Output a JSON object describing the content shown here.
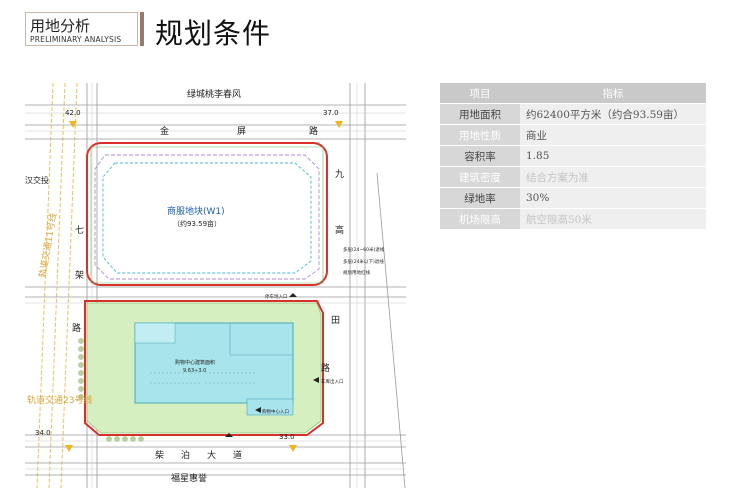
{
  "header": {
    "section_title": "用地分析",
    "section_subtitle": "PRELIMINARY ANALYSIS",
    "page_title": "规划条件"
  },
  "plan": {
    "north_road": "绿城桃李春风",
    "road_jinping": [
      "金",
      "屏",
      "路"
    ],
    "road_qigai": [
      "七",
      "架",
      "路"
    ],
    "road_jiugao": [
      "九",
      "高",
      "田",
      "路"
    ],
    "road_zibo": [
      "柴",
      "泊",
      "大",
      "道"
    ],
    "south_label": "福星惠誉",
    "rail_label_1": "轨道交通11号线",
    "rail_label_2": "轨道交通23号线",
    "left_edge_label": "汉交投",
    "plot_name": "商服地块(W1)",
    "plot_area": "（约93.59亩）",
    "mall_label": "购物中心建筑面积",
    "mall_value": "9.63÷3.0",
    "elev_nw": "42.0",
    "elev_ne": "37.0",
    "elev_sw": "34.0",
    "elev_se": "33.0",
    "legend_1": "多层(24~60米)退线",
    "legend_2": "多层(24米以下)退线",
    "legend_3": "规划用地红线",
    "entrance_1": "购物中心入口",
    "entrance_2": "停车场入口",
    "entrance_3": "车库出入口"
  },
  "table": {
    "col_item": "项目",
    "col_index": "指标",
    "rows": [
      {
        "key": "用地面积",
        "value": "约62400平方米（约合93.59亩）"
      },
      {
        "key": "用地性质",
        "value": "商业"
      },
      {
        "key": "容积率",
        "value": "1.85"
      },
      {
        "key": "建筑密度",
        "value": "结合方案为准"
      },
      {
        "key": "绿地率",
        "value": "30%"
      },
      {
        "key": "机场限高",
        "value": "航空限高50米"
      }
    ]
  },
  "colors": {
    "accent_bar": "#9a7b6a",
    "header_bg": "#c9c9c9",
    "red_line": "#d9302a",
    "mall_fill": "#a8e4ec",
    "site_green": "#d6efc0"
  }
}
